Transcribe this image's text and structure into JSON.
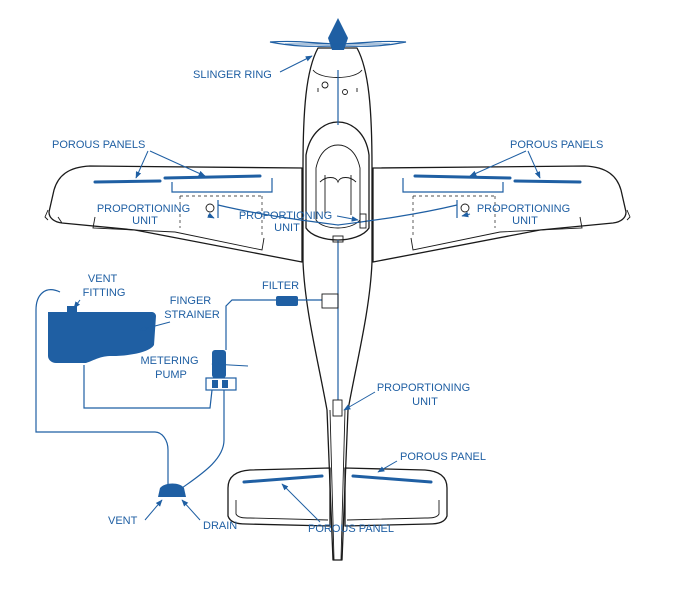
{
  "labels": {
    "slinger_ring": "SLINGER RING",
    "porous_panels_left": "POROUS PANELS",
    "porous_panels_right": "POROUS PANELS",
    "proportioning_unit_left": [
      "PROPORTIONING",
      "UNIT"
    ],
    "proportioning_unit_center": [
      "PROPORTIONING",
      "UNIT"
    ],
    "proportioning_unit_right": [
      "PROPORTIONING",
      "UNIT"
    ],
    "proportioning_unit_tail": [
      "PROPORTIONING",
      "UNIT"
    ],
    "vent_fitting": [
      "VENT",
      "FITTING"
    ],
    "finger_strainer": [
      "FINGER",
      "STRAINER"
    ],
    "filter": "FILTER",
    "metering_pump": [
      "METERING",
      "PUMP"
    ],
    "porous_panel_tail_top": "POROUS PANEL",
    "porous_panel_tail_bottom": "POROUS PANEL",
    "vent": "VENT",
    "drain": "DRAIN"
  },
  "colors": {
    "accent": "#1f5fa3",
    "outline": "#1a1a1a",
    "background": "#ffffff"
  }
}
